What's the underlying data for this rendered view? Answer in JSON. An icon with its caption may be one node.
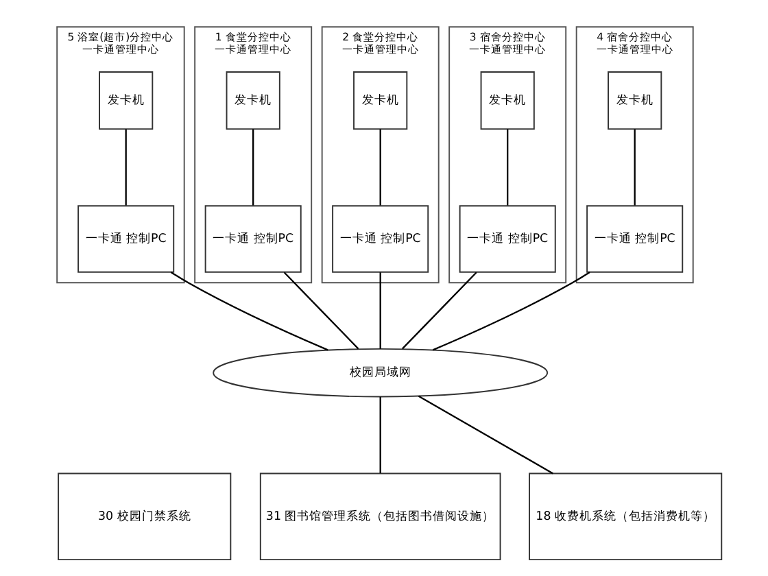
{
  "diagram": {
    "nodes": [
      {
        "text": [
          "5 浴室(超市)分控中心",
          "一卡通管理中心"
        ]
      },
      {
        "text": [
          "发卡机"
        ],
        "in": 0
      },
      {
        "text": [
          "一卡通 控制PC"
        ],
        "in": 0
      },
      {
        "text": [
          "1 食堂分控中心",
          "一卡通管理中心"
        ]
      },
      {
        "text": [
          "发卡机"
        ],
        "in": 3
      },
      {
        "text": [
          "一卡通 控制PC"
        ],
        "in": 3
      },
      {
        "text": [
          "2 食堂分控中心",
          "一卡通管理中心"
        ]
      },
      {
        "text": [
          "发卡机"
        ],
        "in": 6
      },
      {
        "text": [
          "一卡通 控制PC"
        ],
        "in": 6
      },
      {
        "text": [
          "3 宿舍分控中心",
          "一卡通管理中心"
        ]
      },
      {
        "text": [
          "发卡机"
        ],
        "in": 9
      },
      {
        "text": [
          "一卡通 控制PC"
        ],
        "in": 9
      },
      {
        "text": [
          "4 宿舍分控中心",
          "一卡通管理中心"
        ]
      },
      {
        "text": [
          "发卡机"
        ],
        "in": 12
      },
      {
        "text": [
          "一卡通 控制PC"
        ],
        "in": 12
      },
      {
        "text": [
          "校园局域网"
        ]
      },
      {
        "text": [
          "30 校园门禁系统"
        ]
      },
      {
        "text": [
          "31 图书馆管理系统（包括图书借阅设施）"
        ]
      },
      {
        "text": [
          "18 收费机系统（包括消费机等）"
        ]
      }
    ],
    "edges": [
      {
        "from": 1,
        "to": 2,
        "arrow": "none"
      },
      {
        "from": 4,
        "to": 5,
        "arrow": "none"
      },
      {
        "from": 7,
        "to": 8,
        "arrow": "none"
      },
      {
        "from": 10,
        "to": 11,
        "arrow": "none"
      },
      {
        "from": 13,
        "to": 14,
        "arrow": "none"
      },
      {
        "from": 2,
        "to": 15,
        "arrow": "none"
      },
      {
        "from": 5,
        "to": 15,
        "arrow": "none"
      },
      {
        "from": 8,
        "to": 15,
        "arrow": "none"
      },
      {
        "from": 11,
        "to": 15,
        "arrow": "none"
      },
      {
        "from": 14,
        "to": 15,
        "arrow": "none"
      },
      {
        "from": 15,
        "to": 17,
        "arrow": "none"
      },
      {
        "from": 15,
        "to": 18,
        "arrow": "none"
      }
    ]
  }
}
